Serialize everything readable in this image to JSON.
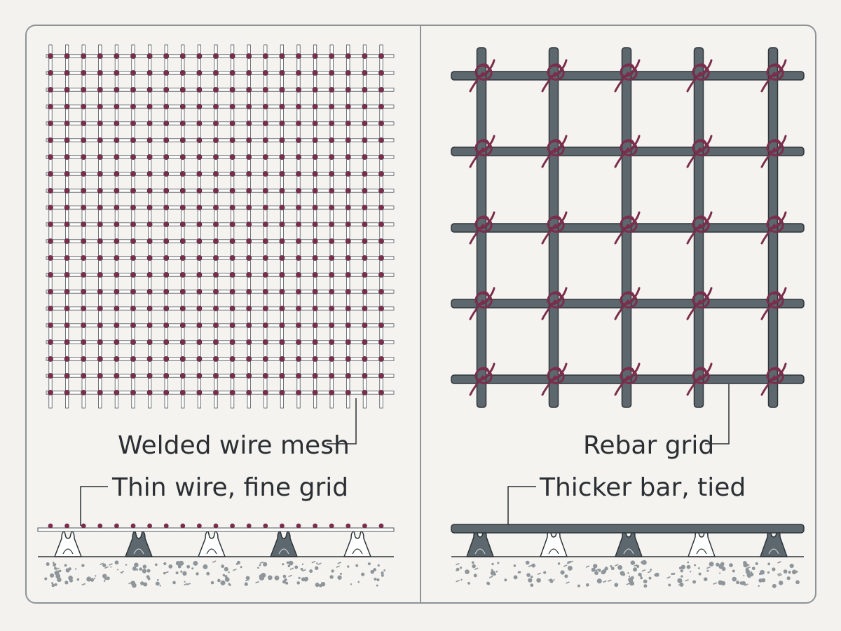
{
  "labels": {
    "welded_mesh": "Welded wire mesh",
    "thin_wire": "Thin wire, fine grid",
    "rebar_grid": "Rebar grid",
    "thicker_bar": "Thicker bar, tied"
  },
  "panels": {
    "left": {
      "name": "welded-wire-mesh-panel",
      "grid_lines": 21,
      "weld_color": "#7a2e4c"
    },
    "right": {
      "name": "rebar-grid-panel",
      "grid_lines": 5,
      "tie_color": "#7a2e4c"
    }
  },
  "colors": {
    "background": "#f3f2ee",
    "frame": "#8e9397",
    "wire_fill": "#ffffff",
    "wire_outline": "#4c5358",
    "rebar": "#5d676e",
    "rebar_outline": "#2e3539",
    "tie": "#7a2e4c",
    "concrete_dots": "#8f969b",
    "text": "#2b2f33"
  }
}
